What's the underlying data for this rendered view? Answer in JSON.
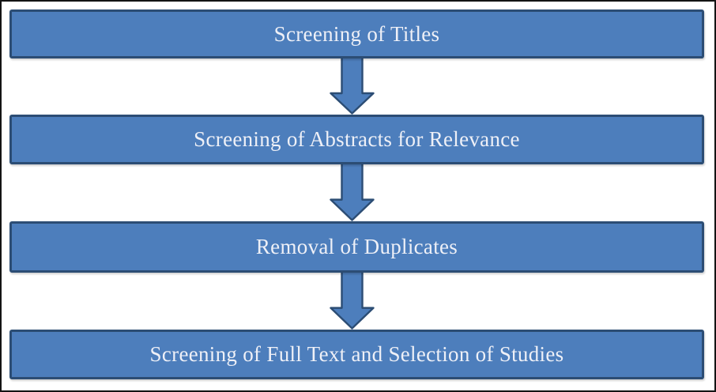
{
  "diagram": {
    "type": "flowchart",
    "direction": "top-down",
    "steps": [
      {
        "label": "Screening of Titles"
      },
      {
        "label": "Screening of Abstracts for Relevance"
      },
      {
        "label": "Removal of Duplicates"
      },
      {
        "label": "Screening of Full Text and Selection of Studies"
      }
    ],
    "connectors": [
      {
        "from": 0,
        "to": 1,
        "shape": "block-down-arrow"
      },
      {
        "from": 1,
        "to": 2,
        "shape": "block-down-arrow"
      },
      {
        "from": 2,
        "to": 3,
        "shape": "block-down-arrow"
      }
    ],
    "colors": {
      "box_fill": "#4d7ebc",
      "box_border": "#2c4d74",
      "text": "#eef0f7",
      "frame_border": "#141414",
      "background": "#ffffff"
    }
  }
}
